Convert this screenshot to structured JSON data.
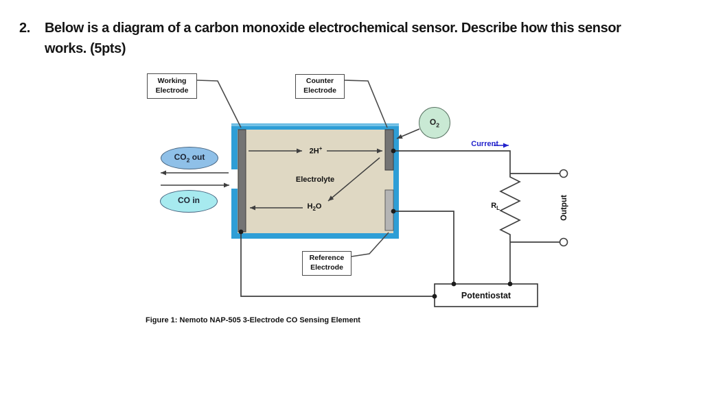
{
  "question": {
    "number": "2.",
    "line1": "Below is a diagram of a carbon monoxide electrochemical sensor. Describe how this sensor",
    "line2": "works. (5pts)"
  },
  "diagram": {
    "labels": {
      "working_electrode": {
        "line1": "Working",
        "line2": "Electrode"
      },
      "counter_electrode": {
        "line1": "Counter",
        "line2": "Electrode"
      },
      "reference_electrode": {
        "line1": "Reference",
        "line2": "Electrode"
      },
      "potentiostat": "Potentiostat",
      "electrolyte": "Electrolyte",
      "current": "Current",
      "output": "Output",
      "co_in": "CO in",
      "co2_out": {
        "base": "CO",
        "sub": "2",
        "suffix": " out"
      },
      "o2": {
        "base": "O",
        "sub": "2"
      },
      "h_plus": {
        "base": "2H",
        "sup": "+"
      },
      "h2o": {
        "base": "H",
        "sub": "2",
        "suffix": "O"
      },
      "load_resistor": {
        "base": "R",
        "sub": "L"
      }
    },
    "caption": "Figure 1: Nemoto NAP-505 3-Electrode CO Sensing Element",
    "colors": {
      "sensor_border": "#2E9ED6",
      "sensor_border_highlight": "#7EC5E8",
      "electrolyte_fill": "#DFD8C3",
      "electrode_dark": "#747474",
      "electrode_dark_edge": "#3C3C3C",
      "electrode_light": "#B5B5B5",
      "electrode_light_edge": "#5A5A5A",
      "co2_oval_fill": "#8FC0E8",
      "co_in_oval_fill": "#A7EAEF",
      "oval_border": "#46637F",
      "o2_circle_fill": "#C9E9D4",
      "o2_circle_border": "#5A7464",
      "current_color": "#2222CC",
      "wire_color": "#3F3F3F",
      "text_color": "#111111"
    }
  }
}
